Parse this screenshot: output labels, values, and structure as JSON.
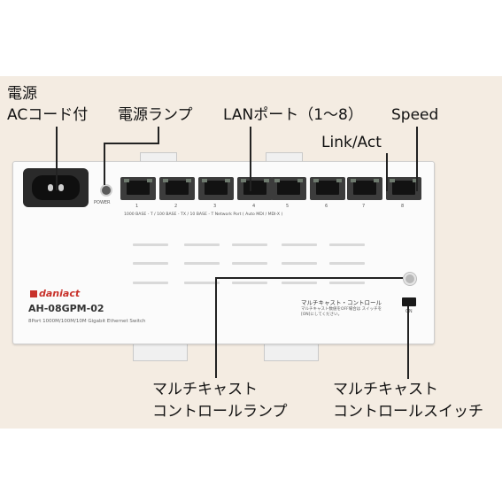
{
  "callouts": {
    "power_inlet_line1": "電源",
    "power_inlet_line2": "ACコード付",
    "power_lamp": "電源ランプ",
    "lan_ports": "LANポート（1～8）",
    "speed": "Speed",
    "link_act": "Link/Act",
    "multicast_lamp_line1": "マルチキャスト",
    "multicast_lamp_line2": "コントロールランプ",
    "multicast_switch_line1": "マルチキャスト",
    "multicast_switch_line2": "コントロールスイッチ"
  },
  "device": {
    "brand": "daniact",
    "model": "AH-08GPM-02",
    "description": "8Port 1000M/100M/10M Gigabit Ethernet Switch",
    "power_label": "POWER",
    "port_strip": "1000 BASE - T / 100 BASE - TX / 10 BASE - T  Network Port ( Auto MDI / MDI-X )",
    "port_numbers": [
      "1",
      "2",
      "3",
      "4",
      "5",
      "6",
      "7",
      "8"
    ],
    "multicast_panel_title": "マルチキャスト・コントロール",
    "multicast_panel_note": "マルチキャスト数値をOFF場合は スイッチを[ON]にしてください。",
    "switch_label": "ON"
  },
  "colors": {
    "background_band": "#f4ece2",
    "device_body": "#fbfbfb",
    "port_body": "#3c3c3c",
    "brand_red": "#c8322b"
  },
  "icons": [
    "ac-inlet-icon",
    "power-led-icon",
    "multicast-led-icon",
    "toggle-switch-icon"
  ]
}
